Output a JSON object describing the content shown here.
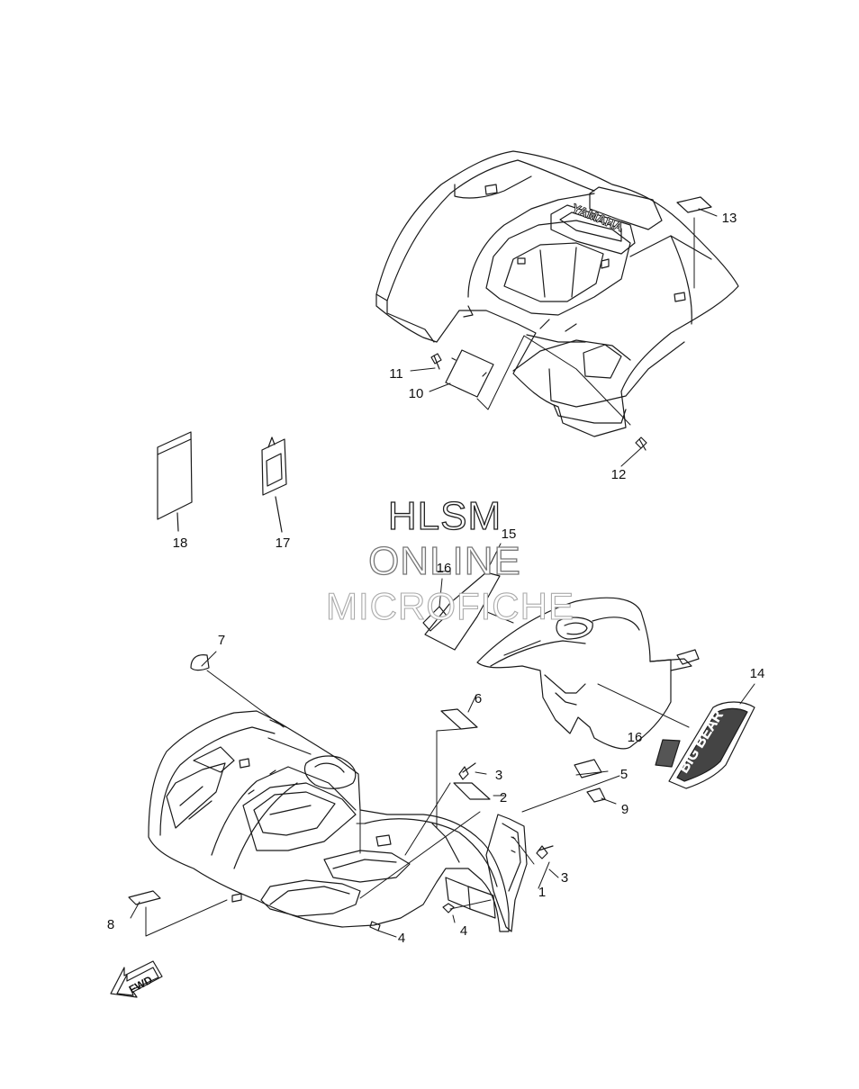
{
  "watermark": {
    "line1": "HLSM",
    "line2": "ONLINE",
    "line3": "MICROFICHE"
  },
  "decals": {
    "rear_fender_logo": "YAMAHA",
    "front_panel_logo": "BIG BEAR",
    "fwd_arrow": "FWD"
  },
  "callouts": {
    "c1": "1",
    "c2": "2",
    "c3a": "3",
    "c3b": "3",
    "c4a": "4",
    "c4b": "4",
    "c5": "5",
    "c6": "6",
    "c7": "7",
    "c8": "8",
    "c9": "9",
    "c10": "10",
    "c11": "11",
    "c12": "12",
    "c13": "13",
    "c14": "14",
    "c15": "15",
    "c16a": "16",
    "c16b": "16",
    "c17": "17",
    "c18": "18"
  },
  "colors": {
    "line": "#1a1a1a",
    "paper": "#ffffff",
    "decal_fill": "#444444"
  }
}
